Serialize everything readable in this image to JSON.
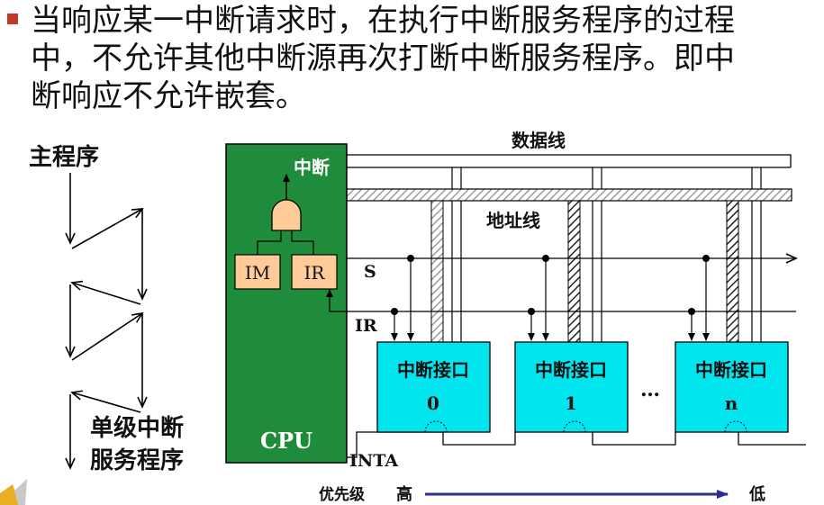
{
  "bullet": {
    "lines": [
      "当响应某一中断请求时，在执行中断服务程序的过程",
      "中，不允许其他中断源再次打断中断服务程序。即中",
      "断响应不允许嵌套。"
    ]
  },
  "left": {
    "main_program": "主程序",
    "service_line1": "单级中断",
    "service_line2": "服务程序"
  },
  "cpu": {
    "interrupt_label": "中断",
    "im": "IM",
    "ir": "IR",
    "cpu_label": "CPU"
  },
  "buses": {
    "data_bus": "数据线",
    "address_bus": "地址线"
  },
  "signals": {
    "s": "S",
    "ir": "IR",
    "inta": "INTA"
  },
  "interfaces": [
    {
      "title": "中断接口",
      "number": "0"
    },
    {
      "title": "中断接口",
      "number": "1"
    },
    {
      "title": "中断接口",
      "number": "n"
    }
  ],
  "ellipsis": "…",
  "priority": {
    "label": "优先级",
    "high": "高",
    "low": "低"
  },
  "colors": {
    "cpu_fill": "#1e8c3a",
    "register_fill": "#ffcc99",
    "interface_fill": "#00e5ee",
    "bullet": "#c0392b",
    "priority_arrow": "#2b2f8c"
  }
}
